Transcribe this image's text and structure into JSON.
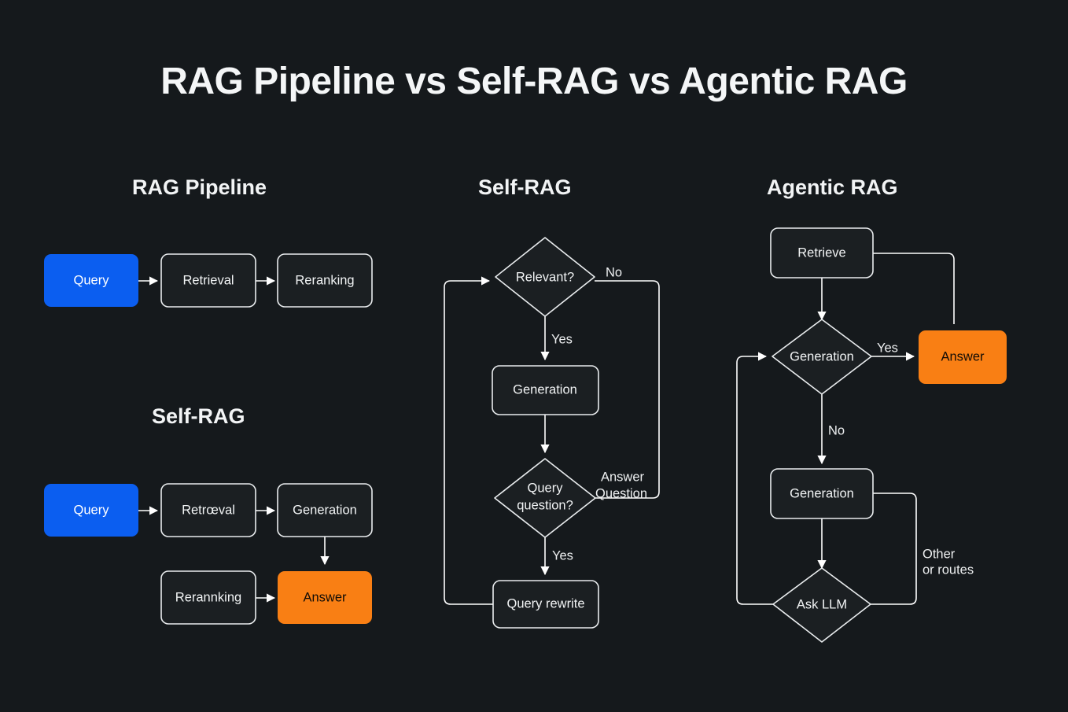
{
  "page": {
    "title": "RAG Pipeline vs Self-RAG vs Agentic RAG",
    "background_color": "#15191c",
    "accent_blue": "#0b5ef0",
    "accent_orange": "#f97f14",
    "node_border_color": "#e9ecee"
  },
  "sections": {
    "rag_pipeline": {
      "heading": "RAG Pipeline",
      "nodes": {
        "query": "Query",
        "retrieval": "Retrieval",
        "reranking": "Reranking"
      }
    },
    "self_rag_left": {
      "heading": "Self-RAG",
      "nodes": {
        "query": "Query",
        "retrieval": "Retrœval",
        "generation": "Generation",
        "reranking": "Rerannking",
        "answer": "Answer"
      }
    },
    "self_rag_center": {
      "heading": "Self-RAG",
      "nodes": {
        "relevant": "Relevant?",
        "generation": "Generation",
        "query_question": "Query question?",
        "query_question_line1": "Query",
        "query_question_line2": "question?",
        "query_rewrite": "Query rewrite"
      },
      "edge_labels": {
        "no": "No",
        "yes_relevant": "Yes",
        "answer_question_line1": "Answer",
        "answer_question_line2": "Question",
        "yes_rewrite": "Yes"
      }
    },
    "agentic_rag": {
      "heading": "Agentic RAG",
      "nodes": {
        "retrieve": "Retrieve",
        "generation_diamond": "Generation",
        "answer": "Answer",
        "generation_box": "Generation",
        "ask_llm": "Ask LLM"
      },
      "edge_labels": {
        "yes": "Yes",
        "no": "No",
        "other_line1": "Other",
        "other_line2": "or routes"
      }
    }
  }
}
